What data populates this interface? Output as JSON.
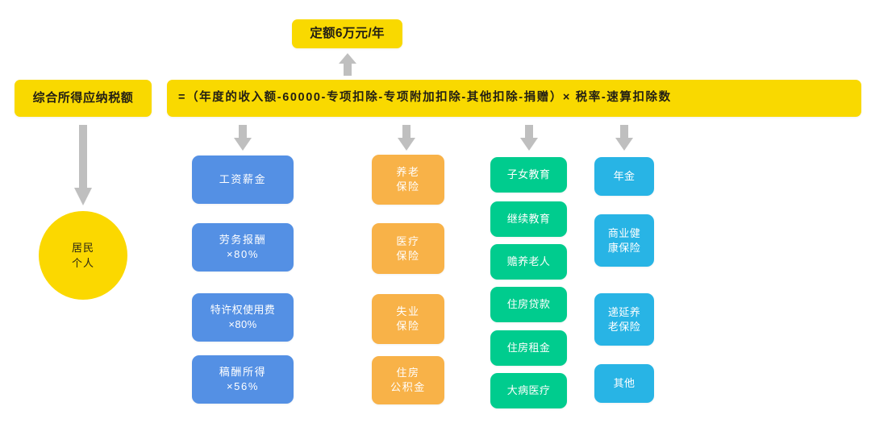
{
  "diagram": {
    "title_nodes": {
      "quota_badge": "定额6万元/年",
      "taxable_label": "综合所得应纳税额",
      "formula": "=（年度的收入额-60000-专项扣除-专项附加扣除-其他扣除-捐赠）× 税率-速算扣除数",
      "resident_circle": "居民\n个人"
    },
    "colors": {
      "yellow": "#F9D900",
      "circle_yellow": "#FBD800",
      "blue": "#5490E4",
      "orange": "#F8B248",
      "green": "#00CC8E",
      "cyan": "#28B4E5",
      "arrow_grey": "#BFBFBF"
    },
    "columns": [
      {
        "key": "income-column",
        "color_name": "blue",
        "items": [
          {
            "label": "工资薪金"
          },
          {
            "label": "劳务报酬\n×80%"
          },
          {
            "label": "特许权使用费\n×80%"
          },
          {
            "label": "稿酬所得\n×56%"
          }
        ]
      },
      {
        "key": "special-deduction-column",
        "color_name": "orange",
        "items": [
          {
            "label": "养老\n保险"
          },
          {
            "label": "医疗\n保险"
          },
          {
            "label": "失业\n保险"
          },
          {
            "label": "住房\n公积金"
          }
        ]
      },
      {
        "key": "additional-deduction-column",
        "color_name": "green",
        "items": [
          {
            "label": "子女教育"
          },
          {
            "label": "继续教育"
          },
          {
            "label": "赡养老人"
          },
          {
            "label": "住房贷款"
          },
          {
            "label": "住房租金"
          },
          {
            "label": "大病医疗"
          }
        ]
      },
      {
        "key": "other-deduction-column",
        "color_name": "cyan",
        "items": [
          {
            "label": "年金"
          },
          {
            "label": "商业健\n康保险"
          },
          {
            "label": "递延养\n老保险"
          },
          {
            "label": "其他"
          }
        ]
      }
    ]
  }
}
